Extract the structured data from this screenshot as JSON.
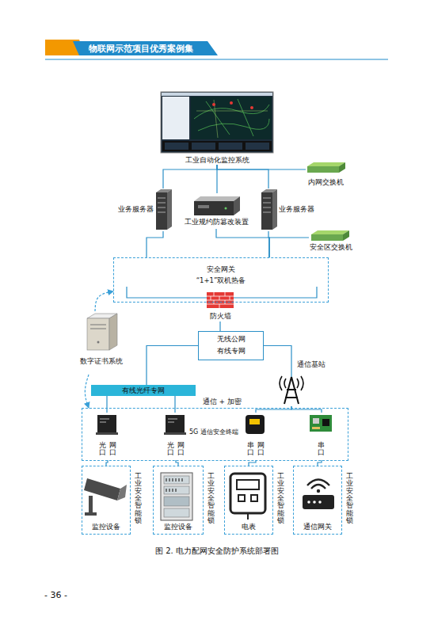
{
  "diagram": {
    "caption": "图 2. 电力配网安全防护系统部署图",
    "nodes": [
      {
        "text": [
          "工业自动化监控系统"
        ]
      },
      {
        "text": [
          "内网交换机"
        ]
      },
      {
        "text": [
          "业务服务器"
        ]
      },
      {
        "text": [
          "工业规约防篡改装置"
        ]
      },
      {
        "text": [
          "业务服务器"
        ]
      },
      {
        "text": [
          "安全区交换机"
        ]
      },
      {
        "text": [
          "安全网关",
          "“1+1”双机热备"
        ]
      },
      {
        "text": [
          "防火墙"
        ]
      },
      {
        "text": [
          "无线公网 有线专网"
        ]
      },
      {
        "text": [
          "数字证书系统"
        ]
      },
      {
        "text": [
          "通信基站"
        ]
      },
      {
        "text": [
          "有线光纤专网"
        ]
      },
      {
        "text": []
      },
      {
        "text": [
          "光口",
          "网口"
        ],
        "in": 12
      },
      {
        "text": [
          "光口",
          "网口"
        ],
        "in": 12
      },
      {
        "text": [
          "串口",
          "网口"
        ],
        "in": 12
      },
      {
        "text": [
          "串口"
        ],
        "in": 12
      },
      {
        "text": [
          "监控设备",
          "工业安全智能锁"
        ]
      },
      {
        "text": [
          "监控设备",
          "工业安全智能锁"
        ]
      },
      {
        "text": [
          "电表",
          "工业安全智能锁"
        ]
      },
      {
        "text": [
          "通信网关",
          "工业安全智能锁"
        ]
      }
    ],
    "edges": [
      {
        "from": 0,
        "to": 1,
        "arrow": "none"
      },
      {
        "from": 0,
        "to": 2,
        "arrow": "none"
      },
      {
        "from": 0,
        "to": 3,
        "arrow": "none"
      },
      {
        "from": 0,
        "to": 4,
        "arrow": "none"
      },
      {
        "from": 2,
        "to": 6,
        "arrow": "none"
      },
      {
        "from": 3,
        "to": 6,
        "arrow": "none"
      },
      {
        "from": 4,
        "to": 6,
        "arrow": "none"
      },
      {
        "from": 5,
        "to": 6,
        "arrow": "none"
      },
      {
        "from": 7,
        "to": 8,
        "arrow": "none"
      },
      {
        "from": 8,
        "to": 11,
        "arrow": "none"
      },
      {
        "from": 8,
        "to": 10,
        "arrow": "none"
      },
      {
        "from": 9,
        "to": 6,
        "arrow": "to"
      },
      {
        "from": 9,
        "to": 12,
        "arrow": "to"
      },
      {
        "from": 11,
        "to": 13,
        "arrow": "none"
      },
      {
        "from": 11,
        "to": 14,
        "arrow": "none"
      },
      {
        "from": 10,
        "to": 15,
        "arrow": "none"
      },
      {
        "from": 10,
        "to": 16,
        "arrow": "none"
      },
      {
        "from": 13,
        "to": 17,
        "arrow": "none"
      },
      {
        "from": 14,
        "to": 18,
        "arrow": "none"
      },
      {
        "from": 15,
        "to": 19,
        "arrow": "none"
      },
      {
        "from": 16,
        "to": 20,
        "arrow": "none"
      }
    ],
    "labels": [
      "物联网示范项目优秀案例集",
      "通信 + 加密",
      "5G 通信安全终端",
      "- 36 -"
    ]
  }
}
